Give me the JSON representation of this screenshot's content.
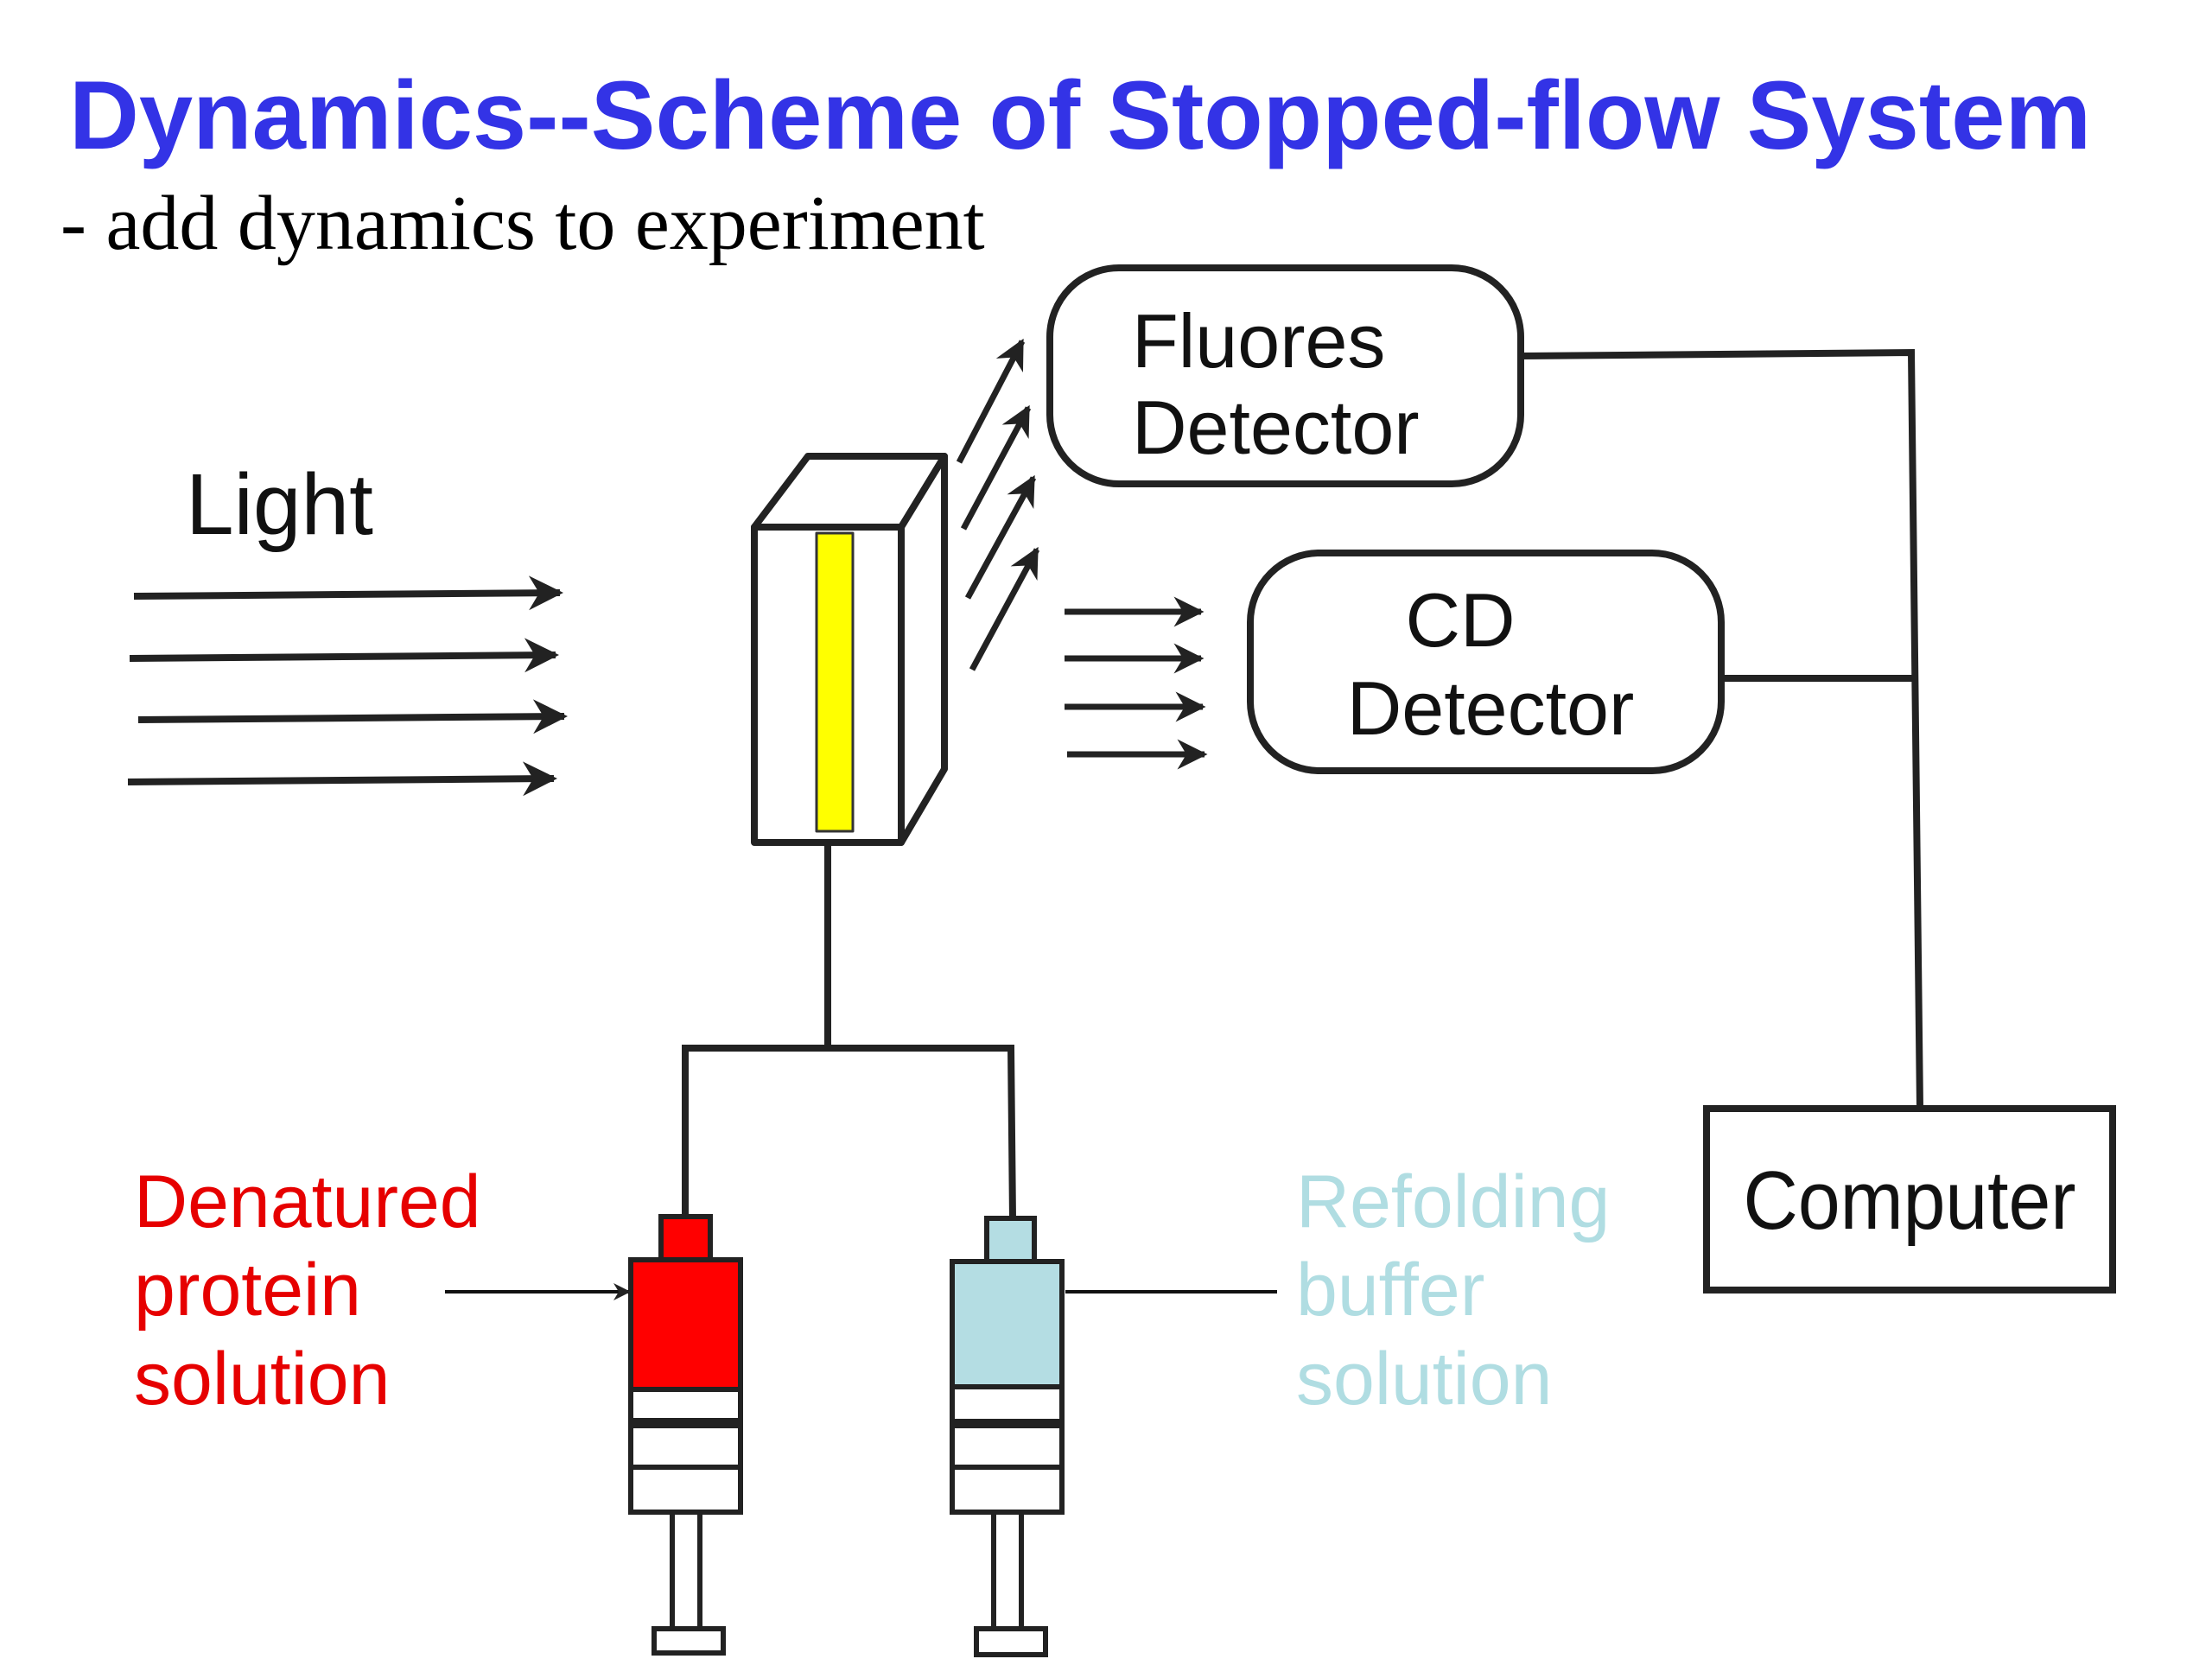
{
  "slide": {
    "title": "Dynamics--Scheme of Stopped-flow System",
    "subtitle": "- add dynamics to experiment"
  },
  "diagram": {
    "light_label": "Light",
    "fluores_detector": {
      "line1": "Fluores",
      "line2": "Detector"
    },
    "cd_detector": {
      "line1": "CD",
      "line2": "Detector"
    },
    "computer_label": "Computer",
    "denatured_label": {
      "line1": "Denatured",
      "line2": "protein",
      "line3": "solution"
    },
    "refolding_label": {
      "line1": "Refolding",
      "line2": "buffer",
      "line3": "solution"
    }
  },
  "colors": {
    "title": "#3333e6",
    "denatured": "#e60000",
    "refolding": "#b0dde2",
    "cell_window": "#ffff00",
    "denatured_syringe": "#ff0000",
    "refolding_syringe": "#b4dde3"
  }
}
